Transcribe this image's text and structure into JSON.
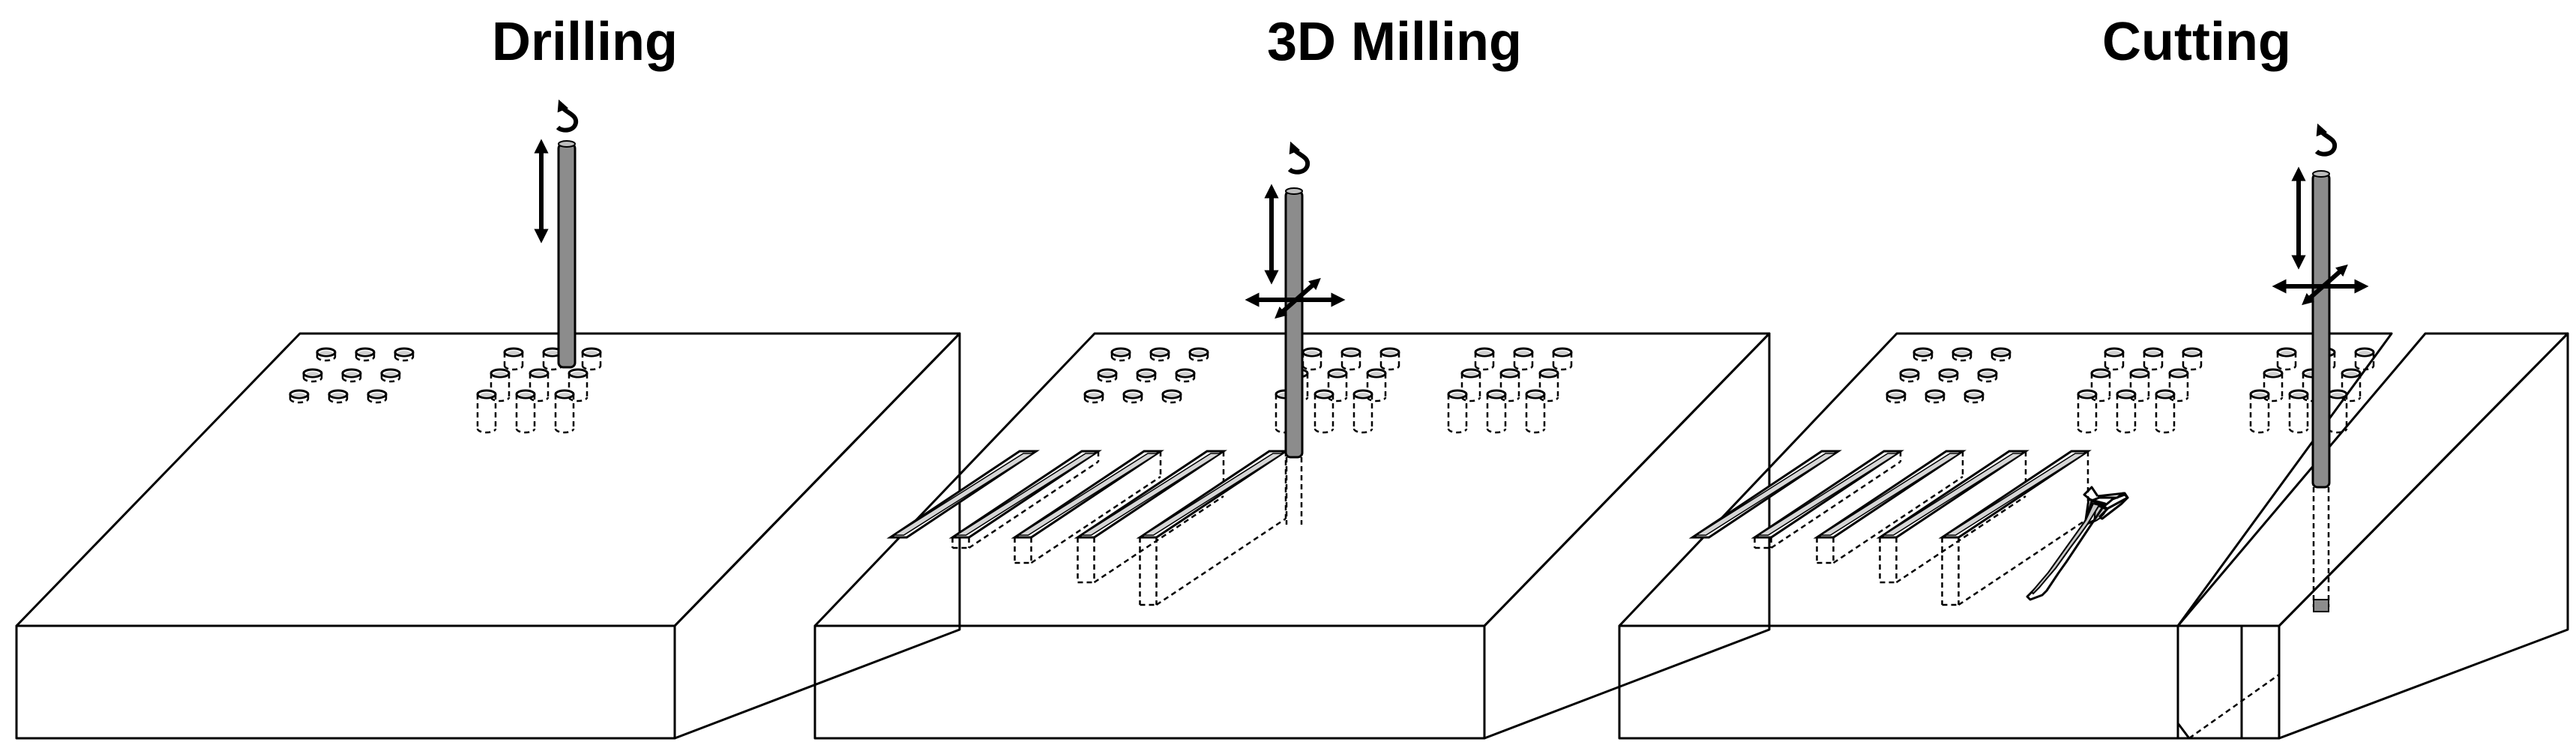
{
  "panels": [
    {
      "title": "Drilling"
    },
    {
      "title": "3D Milling"
    },
    {
      "title": "Cutting"
    }
  ]
}
